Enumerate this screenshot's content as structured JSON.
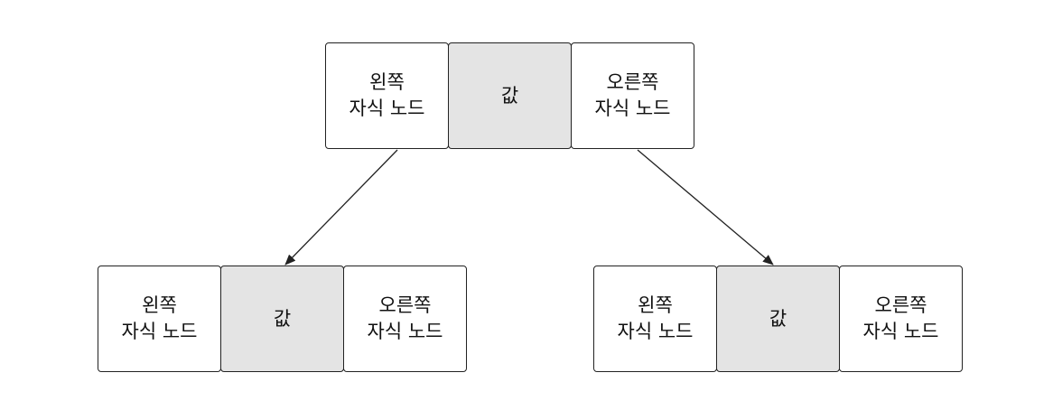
{
  "nodes": [
    {
      "id": "root",
      "left_child_label": "왼쪽\n자식 노드",
      "value_label": "값",
      "right_child_label": "오른쪽\n자식 노드"
    },
    {
      "id": "left",
      "left_child_label": "왼쪽\n자식 노드",
      "value_label": "값",
      "right_child_label": "오른쪽\n자식 노드"
    },
    {
      "id": "right",
      "left_child_label": "왼쪽\n자식 노드",
      "value_label": "값",
      "right_child_label": "오른쪽\n자식 노드"
    }
  ],
  "edges": [
    {
      "from": "root.left_child",
      "to": "left"
    },
    {
      "from": "root.right_child",
      "to": "right"
    }
  ],
  "colors": {
    "border": "#222222",
    "value_fill": "#e4e4e4",
    "pointer_fill": "#ffffff",
    "arrow": "#222222"
  }
}
